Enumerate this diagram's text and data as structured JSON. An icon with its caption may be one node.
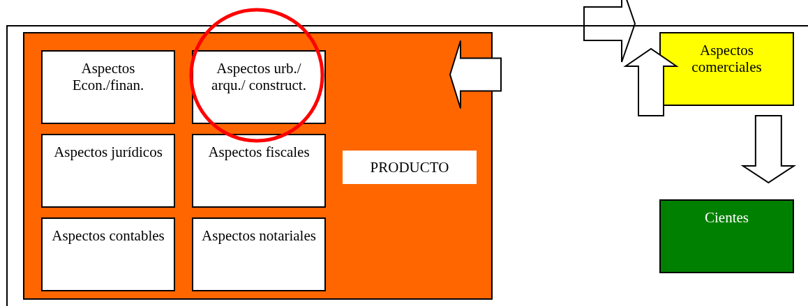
{
  "diagram": {
    "nodes": [
      {
        "text": [
          "PRODUCTO"
        ]
      },
      {
        "text": [
          "Aspectos Econ./finan."
        ],
        "in": 0
      },
      {
        "text": [
          "Aspectos urb./ arqu./ construct."
        ],
        "in": 0
      },
      {
        "text": [
          "Aspectos jurídicos"
        ],
        "in": 0
      },
      {
        "text": [
          "Aspectos fiscales"
        ],
        "in": 0
      },
      {
        "text": [
          "Aspectos contables"
        ],
        "in": 0
      },
      {
        "text": [
          "Aspectos notariales"
        ],
        "in": 0
      },
      {
        "text": [
          "Aspectos comerciales"
        ]
      },
      {
        "text": [
          "Cientes"
        ]
      }
    ],
    "edges": [
      {
        "from": 7,
        "to": 8,
        "arrow": "to"
      }
    ]
  }
}
